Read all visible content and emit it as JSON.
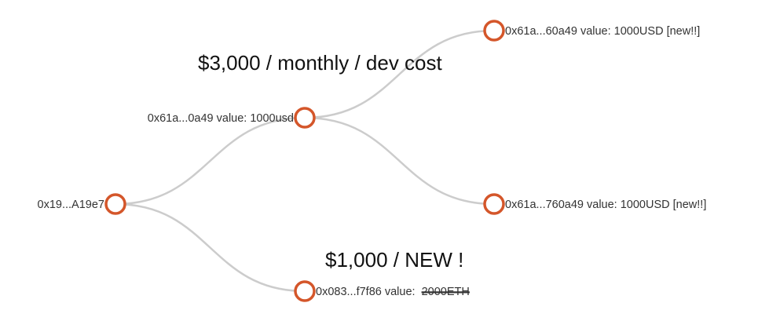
{
  "tree": {
    "nodes": [
      {
        "id": "root",
        "label": "0x19...A19e7",
        "extra": "",
        "struck": ""
      },
      {
        "id": "child-a",
        "label": "0x61a...0a49 value: 1000usd",
        "extra": "",
        "struck": ""
      },
      {
        "id": "child-b",
        "label": "0x083...f7f86 value: ",
        "extra": "",
        "struck": "2000ETH"
      },
      {
        "id": "leaf-a1",
        "label": "0x61a...60a49 value: 1000USD [new!!]",
        "extra": "",
        "struck": ""
      },
      {
        "id": "leaf-a2",
        "label": "0x61a...760a49 value: 1000USD [new!!]",
        "extra": "",
        "struck": ""
      }
    ],
    "links": [
      {
        "from": "root",
        "to": "child-a"
      },
      {
        "from": "root",
        "to": "child-b"
      },
      {
        "from": "child-a",
        "to": "leaf-a1"
      },
      {
        "from": "child-a",
        "to": "leaf-a2"
      }
    ]
  },
  "annotations": {
    "top": "$3,000 / monthly / dev cost",
    "bottom": "$1,000 / NEW !"
  },
  "colors": {
    "node_stroke": "#d4562a",
    "link_stroke": "#cccccc",
    "label_text": "#333333"
  }
}
